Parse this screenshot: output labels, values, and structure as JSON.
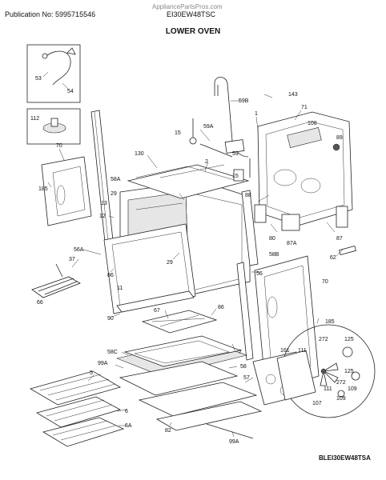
{
  "header": {
    "publication": "Publication No: 5995715546",
    "watermark": "AppliancePartsPros.com",
    "model": "EI30EW48TSC"
  },
  "title": "LOWER OVEN",
  "footer_code": "BLEI30EW48TSA",
  "callouts": [
    "53",
    "54",
    "112",
    "70",
    "185",
    "143",
    "59B",
    "71",
    "108",
    "89",
    "15",
    "59A",
    "1",
    "59",
    "130",
    "58A",
    "29",
    "13",
    "12",
    "2",
    "15",
    "88",
    "80",
    "87A",
    "87",
    "62",
    "56A",
    "37",
    "66",
    "86",
    "11",
    "29",
    "58B",
    "56",
    "70",
    "90",
    "67",
    "86",
    "185",
    "7",
    "58C",
    "99A",
    "58",
    "5",
    "57",
    "161",
    "111",
    "272",
    "125",
    "125",
    "272",
    "109",
    "111",
    "109",
    "107",
    "6",
    "6A",
    "82",
    "99A"
  ]
}
